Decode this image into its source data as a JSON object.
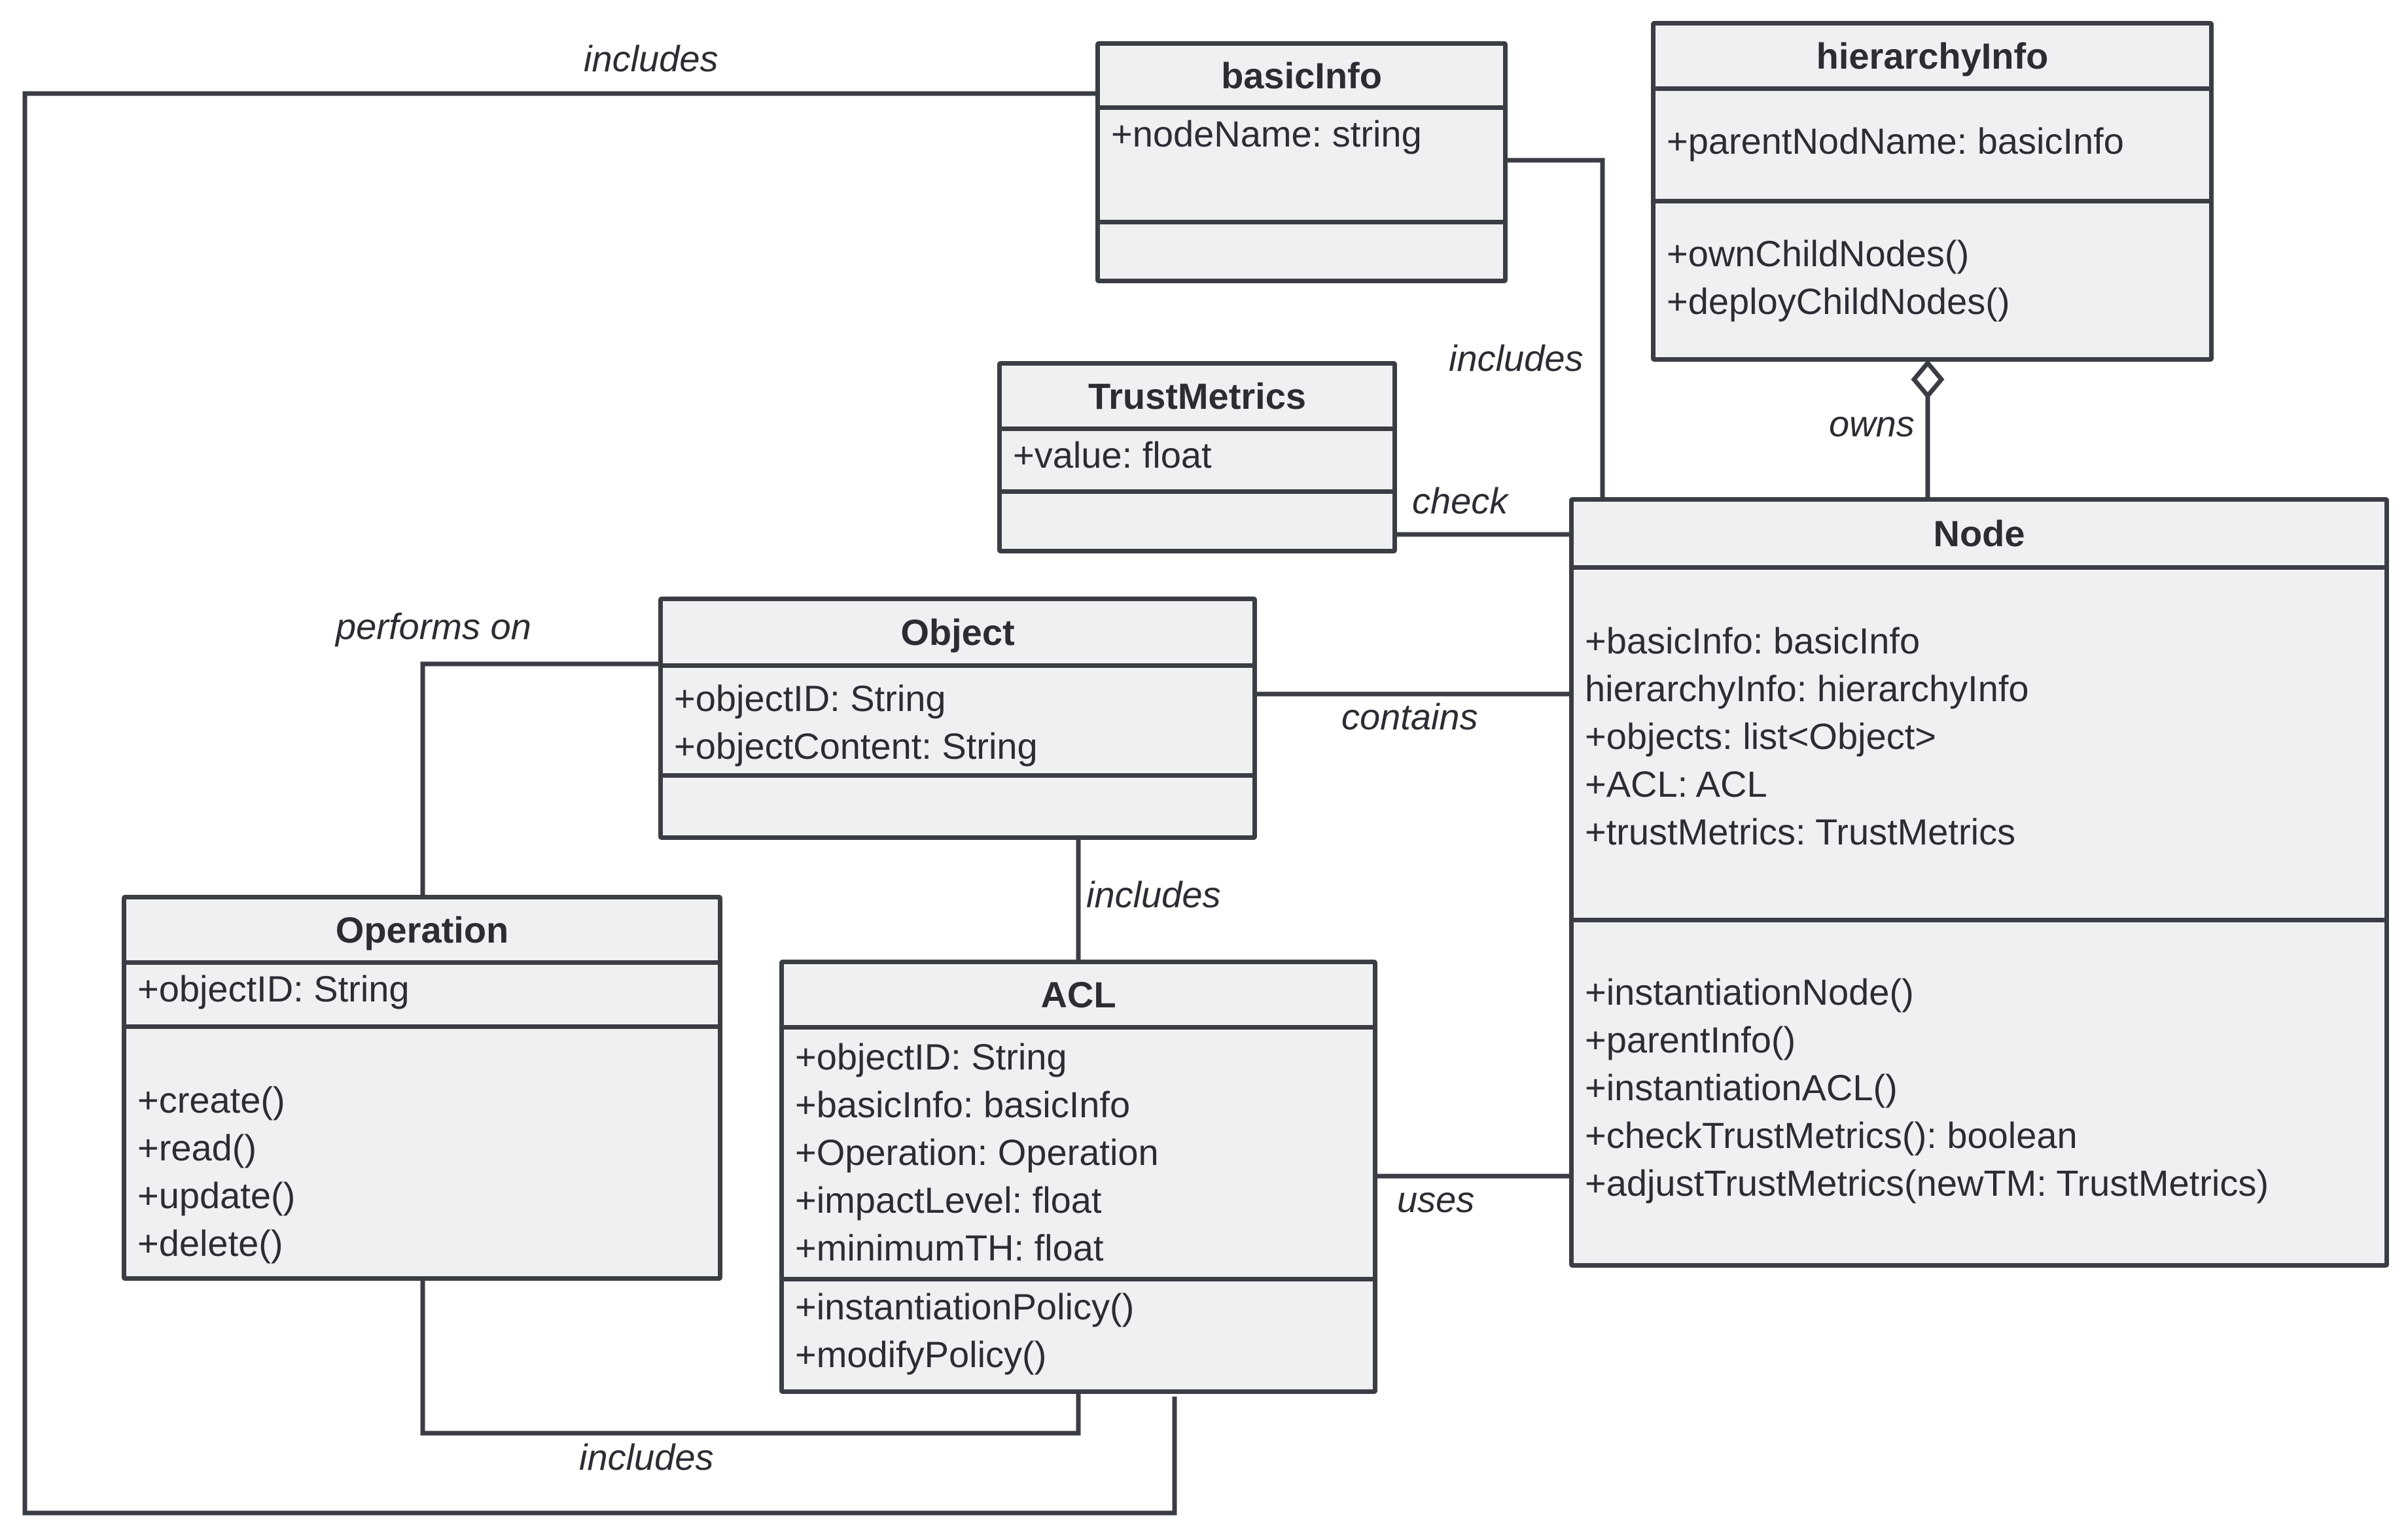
{
  "diagram": {
    "classes": {
      "basicInfo": {
        "name": "basicInfo",
        "attributes": [
          "+nodeName: string"
        ],
        "methods": []
      },
      "hierarchyInfo": {
        "name": "hierarchyInfo",
        "attributes": [
          "+parentNodName: basicInfo"
        ],
        "methods": [
          "+ownChildNodes()",
          "+deployChildNodes()"
        ]
      },
      "TrustMetrics": {
        "name": "TrustMetrics",
        "attributes": [
          "+value: float"
        ],
        "methods": []
      },
      "Node": {
        "name": "Node",
        "attributes": [
          "+basicInfo: basicInfo",
          "hierarchyInfo: hierarchyInfo",
          "+objects: list<Object>",
          "+ACL: ACL",
          "+trustMetrics: TrustMetrics"
        ],
        "methods": [
          "+instantiationNode()",
          "+parentInfo()",
          "+instantiationACL()",
          "+checkTrustMetrics(): boolean",
          "+adjustTrustMetrics(newTM: TrustMetrics)"
        ]
      },
      "Object": {
        "name": "Object",
        "attributes": [
          "+objectID: String",
          "+objectContent: String"
        ],
        "methods": []
      },
      "Operation": {
        "name": "Operation",
        "attributes": [
          "+objectID: String"
        ],
        "methods": [
          "+create()",
          "+read()",
          "+update()",
          "+delete()"
        ]
      },
      "ACL": {
        "name": "ACL",
        "attributes": [
          "+objectID: String",
          "+basicInfo: basicInfo",
          "+Operation: Operation",
          "+impactLevel: float",
          "+minimumTH: float"
        ],
        "methods": [
          "+instantiationPolicy()",
          "+modifyPolicy()"
        ]
      }
    },
    "relations": {
      "acl_basicinfo": "includes",
      "node_basicinfo": "includes",
      "node_hierarchy": "owns",
      "node_trust": "check",
      "operation_object": "performs on",
      "node_object": "contains",
      "acl_object": "includes",
      "acl_node": "uses",
      "acl_operation": "includes"
    },
    "colors": {
      "line": "#3b3d45",
      "box_fill": "#eff0f2",
      "text": "#2b2d33"
    }
  }
}
